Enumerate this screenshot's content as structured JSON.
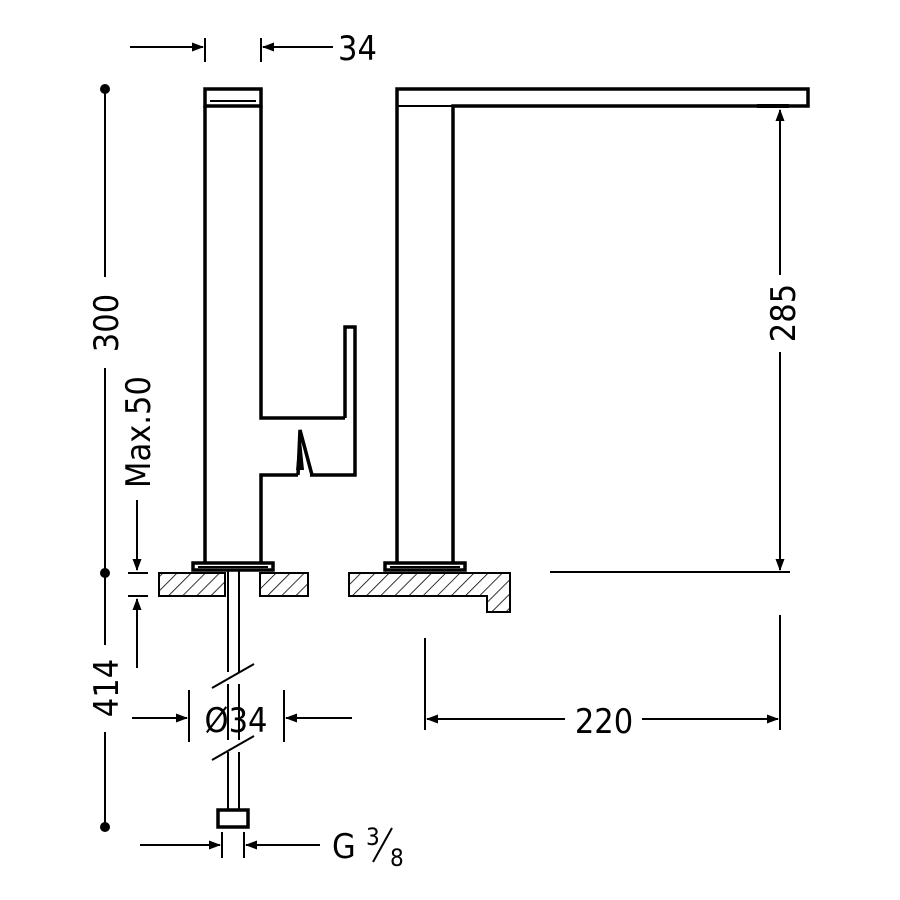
{
  "dimensions": {
    "top_width": "34",
    "total_height": "300",
    "max_deck": "Max.50",
    "spout_height": "285",
    "hose_length": "414",
    "hole_diameter": "Ø34",
    "reach": "220",
    "connection_main": "G",
    "connection_num": "3",
    "connection_den": "8"
  }
}
